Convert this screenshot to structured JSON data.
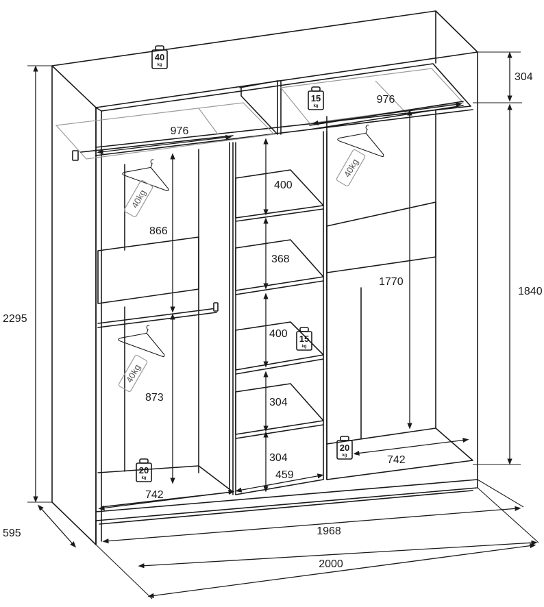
{
  "dimensions": {
    "total_height": "2295",
    "depth": "595",
    "top_compartment_height": "304",
    "inner_height": "1840",
    "inner_width": "1968",
    "total_width": "2000",
    "rail_left": "976",
    "rail_right": "976",
    "shelf_1": "400",
    "shelf_2": "368",
    "shelf_3": "400",
    "shelf_4": "304",
    "shelf_5": "304",
    "middle_width": "459",
    "left_hang_upper": "866",
    "left_hang_lower": "873",
    "right_hang": "1770",
    "left_bottom_width": "742",
    "right_bottom_width": "742"
  },
  "weights": {
    "top_shelf": {
      "value": "40",
      "unit": "kg"
    },
    "top_right": {
      "value": "15",
      "unit": "kg"
    },
    "middle_shelf": {
      "value": "15",
      "unit": "kg"
    },
    "bottom_left": {
      "value": "20",
      "unit": "kg"
    },
    "bottom_right": {
      "value": "20",
      "unit": "kg"
    }
  },
  "hanger_tags": {
    "upper_left": "40kg",
    "lower_left": "40kg",
    "right": "40kg"
  },
  "colors": {
    "line": "#1a1a1a",
    "light": "#9a9a9a",
    "background": "#ffffff"
  }
}
